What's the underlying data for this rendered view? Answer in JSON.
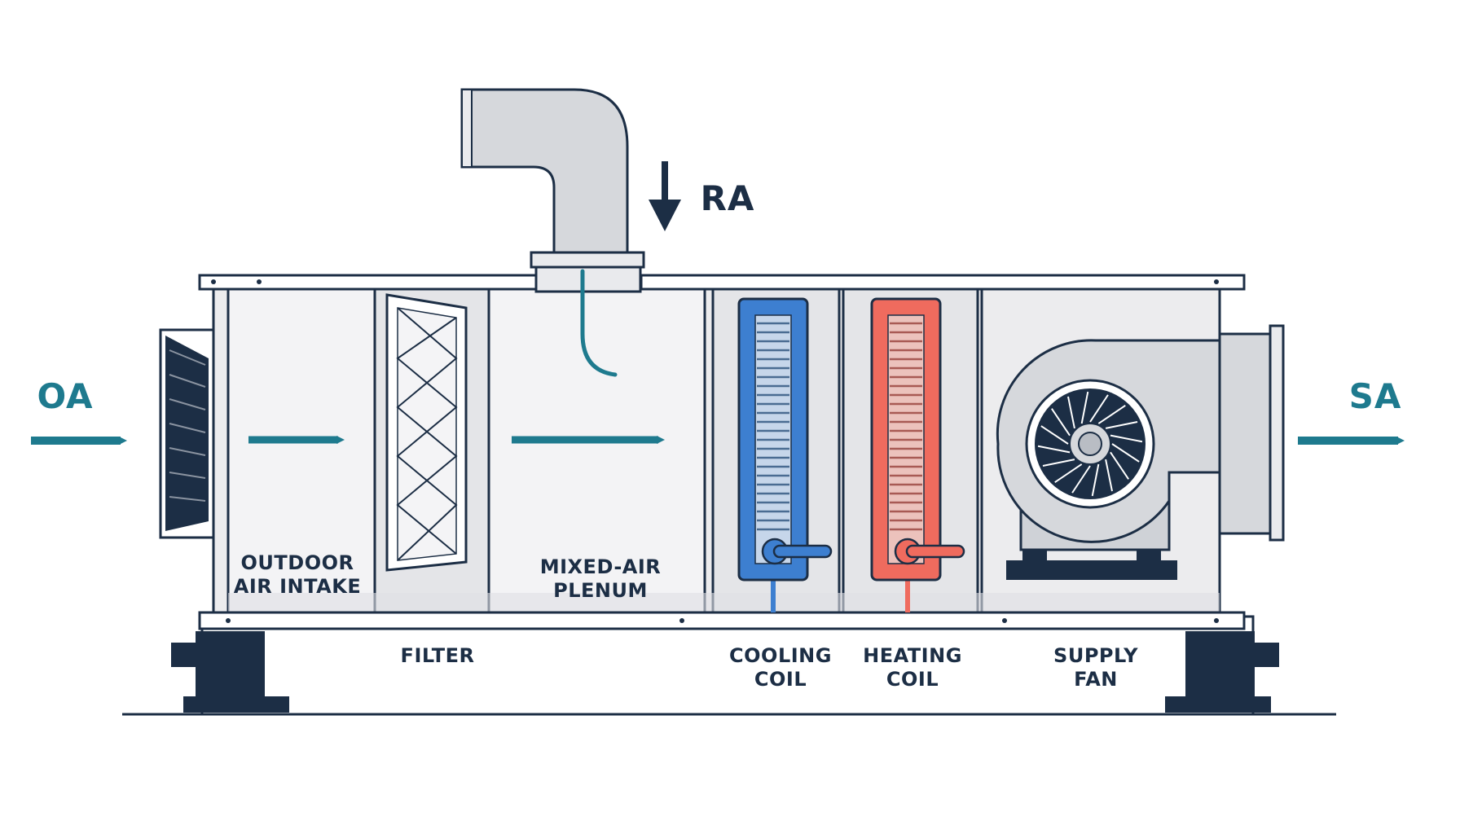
{
  "flows": {
    "oa": "OA",
    "ra": "RA",
    "sa": "SA"
  },
  "sections": {
    "outdoor_air_intake": [
      "OUTDOOR",
      "AIR INTAKE"
    ],
    "mixed_air_plenum": [
      "MIXED-AIR",
      "PLENUM"
    ],
    "filter": [
      "FILTER"
    ],
    "cooling_coil": [
      "COOLING",
      "COIL"
    ],
    "heating_coil": [
      "HEATING",
      "COIL"
    ],
    "supply_fan": [
      "SUPPLY",
      "FAN"
    ]
  },
  "colors": {
    "air_flow": "#1e7a8e",
    "outline": "#1c2e45",
    "cooling": "#3d7fd0",
    "heating": "#ef6b5e",
    "panel": "#ececee",
    "duct": "#d6d8dc"
  }
}
